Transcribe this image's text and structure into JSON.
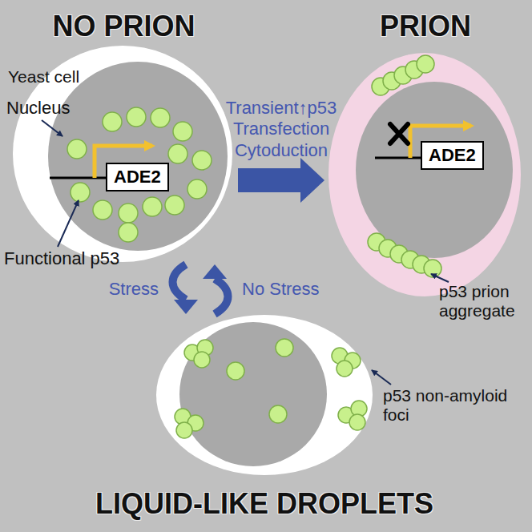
{
  "diagram": {
    "nodes": [
      {
        "text": [
          "NO PRION"
        ]
      },
      {
        "text": [
          "ADE2"
        ],
        "in": 0
      },
      {
        "text": [
          "PRION"
        ]
      },
      {
        "text": [
          "ADE2"
        ],
        "in": 2
      },
      {
        "text": [
          "LIQUID-LIKE DROPLETS"
        ]
      }
    ],
    "edges": [
      {
        "from": 0,
        "to": 2,
        "arrow": "to",
        "label": "Transient↑p53 Transfection Cytoduction"
      },
      {
        "from": 0,
        "to": 4,
        "arrow": "to",
        "label": "Stress"
      },
      {
        "from": 4,
        "to": 0,
        "arrow": "to",
        "label": "No Stress"
      }
    ],
    "labels": [
      "Yeast cell",
      "Nucleus",
      "Functional p53",
      "p53 prion aggregate",
      "p53 non-amyloid foci"
    ]
  }
}
